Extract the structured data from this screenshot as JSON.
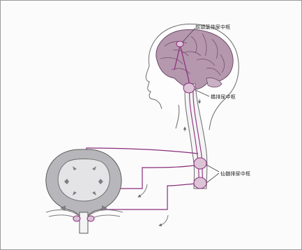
{
  "labels": {
    "frontal_center": "前頭葉排尿中枢",
    "pons_center": "橋排尿中枢",
    "sacral_center": "仙髄排尿中枢"
  },
  "colors": {
    "pathway": "#8a2d7c",
    "outline": "#555555",
    "brain_fill": "#ad8aa8",
    "brain_shade": "#c7aec1",
    "bladder_fill": "#b0b0b4",
    "nucleus_fill": "#dcc3d6"
  }
}
